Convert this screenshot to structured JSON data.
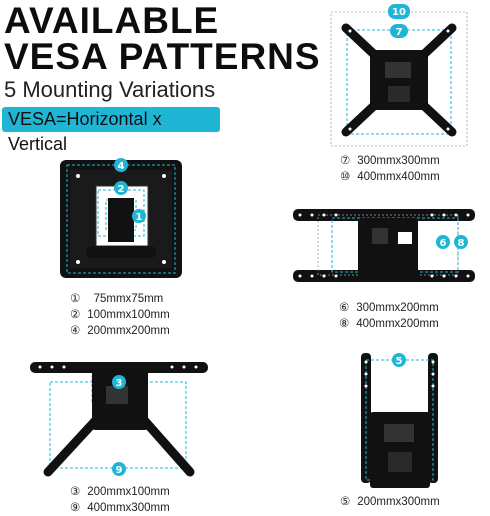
{
  "heading": {
    "line1": "AVAILABLE",
    "line2": "VESA PATTERNS"
  },
  "subtitle": "5 Mounting Variations",
  "badge": "VESA=Horizontal x Vertical",
  "markers": {
    "m1": "1",
    "m2": "2",
    "m3": "3",
    "m4": "4",
    "m5": "5",
    "m6": "6",
    "m7": "7",
    "m8": "8",
    "m9": "9",
    "m10": "10"
  },
  "captions": {
    "top_right": [
      {
        "num": "⑦",
        "text": "300mmx300mm"
      },
      {
        "num": "⑩",
        "text": "400mmx400mm"
      }
    ],
    "middle_left": [
      {
        "num": "①",
        "text": "  75mmx75mm"
      },
      {
        "num": "②",
        "text": "100mmx100mm"
      },
      {
        "num": "④",
        "text": "200mmx200mm"
      }
    ],
    "middle_right": [
      {
        "num": "⑥",
        "text": "300mmx200mm"
      },
      {
        "num": "⑧",
        "text": "400mmx200mm"
      }
    ],
    "bottom_left": [
      {
        "num": "③",
        "text": "200mmx100mm"
      },
      {
        "num": "⑨",
        "text": "400mmx300mm"
      }
    ],
    "bottom_right": [
      {
        "num": "⑤",
        "text": "200mmx300mm"
      }
    ]
  },
  "colors": {
    "accent": "#1fb6d6",
    "hardware": "#111111"
  }
}
